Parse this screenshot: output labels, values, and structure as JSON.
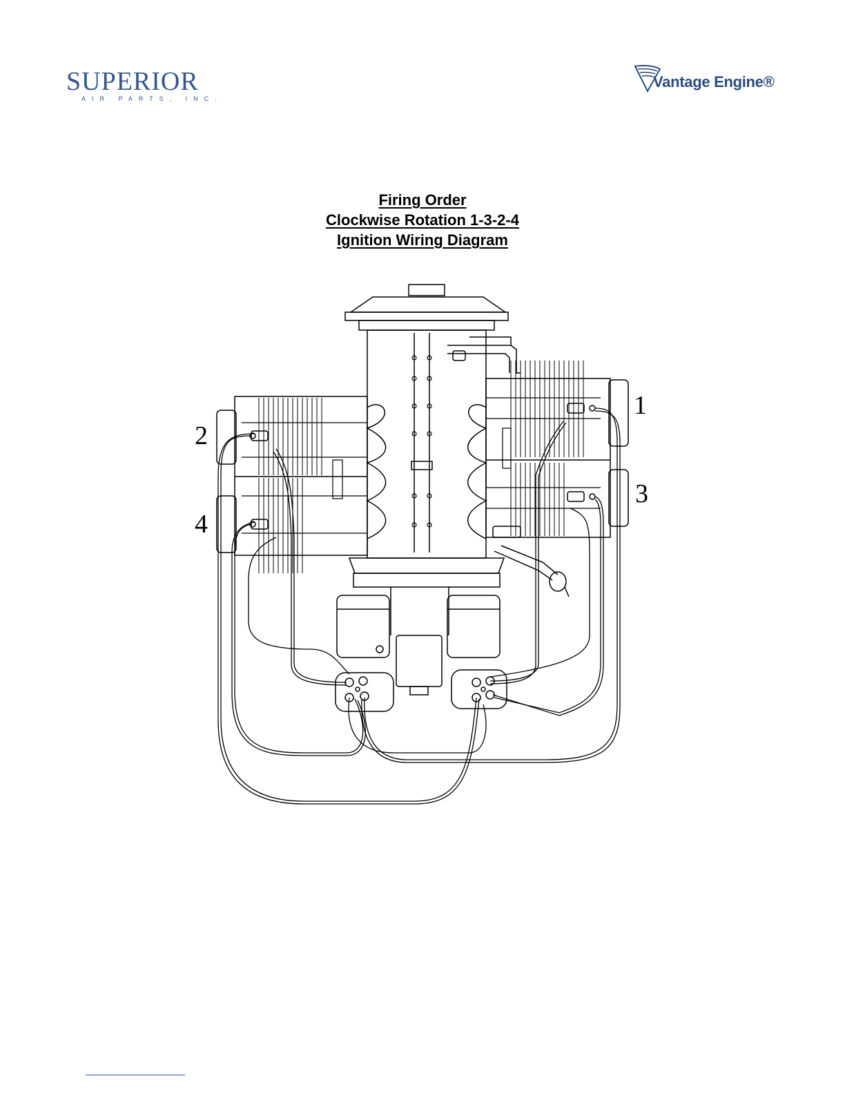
{
  "header": {
    "left_logo": {
      "word": "SUPERIOR",
      "sub": "AIR PARTS, INC."
    },
    "right_logo": {
      "word": "Vantage Engine®"
    }
  },
  "titles": {
    "line1": "Firing Order",
    "line2": "Clockwise Rotation 1-3-2-4",
    "line3": "Ignition Wiring Diagram"
  },
  "cylinder_labels": [
    "1",
    "2",
    "3",
    "4"
  ],
  "colors": {
    "logo_blue": "#34568b",
    "line": "#000000",
    "footnote_rule": "#2f4fa8"
  }
}
